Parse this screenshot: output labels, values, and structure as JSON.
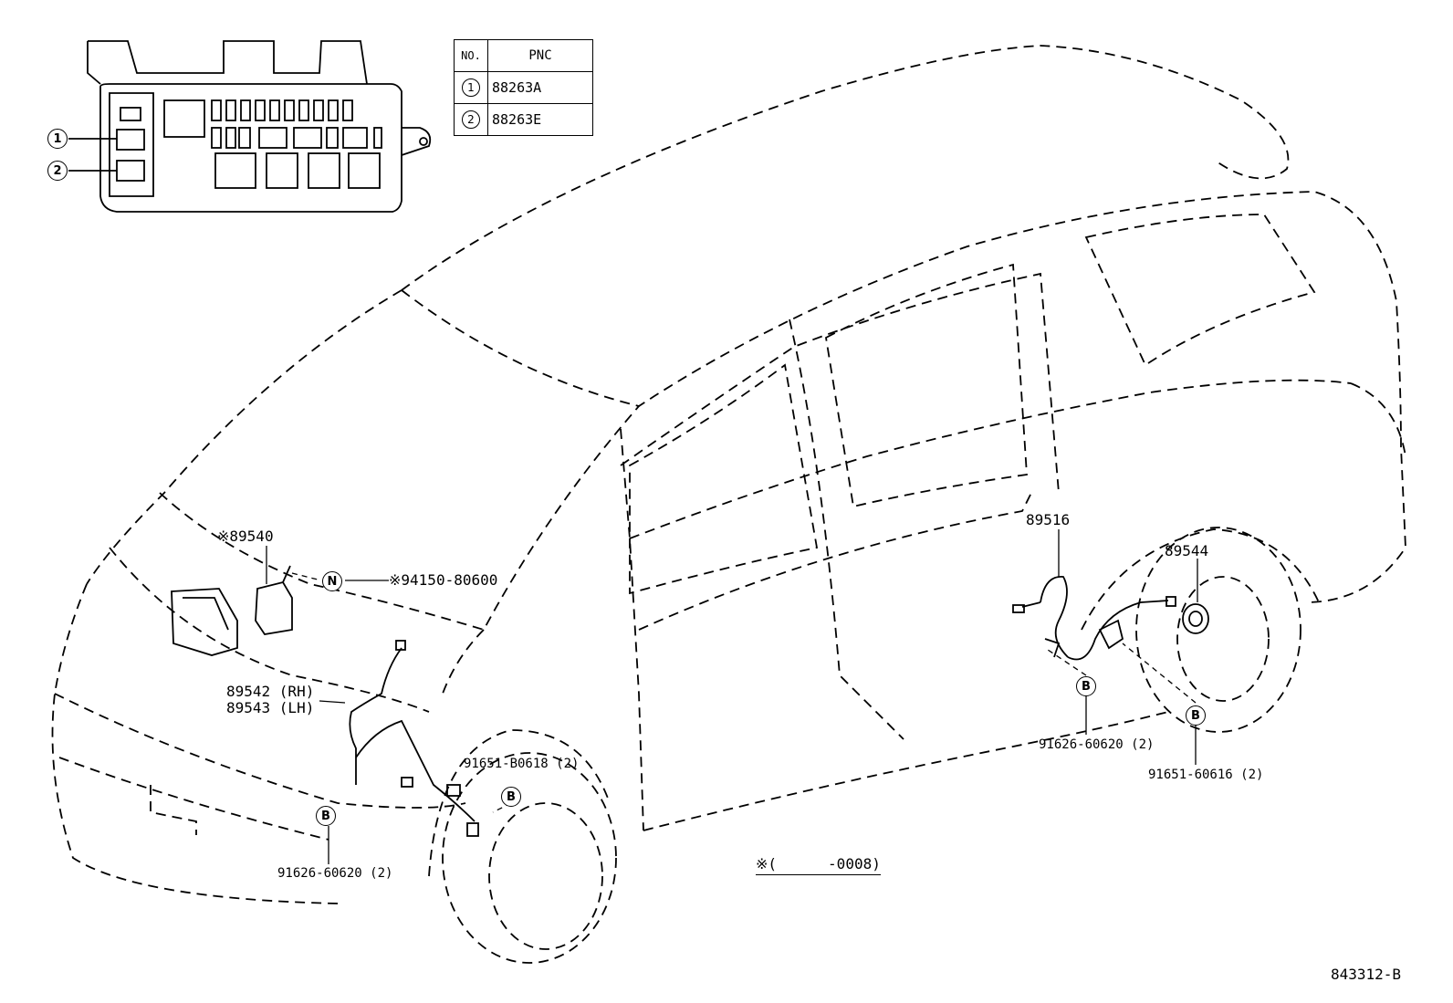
{
  "table": {
    "header_no": "NO.",
    "header_pnc": "PNC",
    "rows": [
      {
        "no": "1",
        "pnc": "88263A"
      },
      {
        "no": "2",
        "pnc": "88263E"
      }
    ]
  },
  "relay_box_callouts": [
    "1",
    "2"
  ],
  "labels": {
    "p89540": "※89540",
    "clip_letter": "N",
    "p94150": "※94150-80600",
    "p89542": "89542 (RH)",
    "p89543": "89543 (LH)",
    "p91651_b": "91651-B0618 (2)",
    "p91626_front": "91626-60620 (2)",
    "p89516": "89516",
    "p89544": "89544",
    "p91626_rear": "91626-60620 (2)",
    "p91651_rear": "91651-60616 (2)",
    "bolt_letter": "B",
    "note_symbol": "※(",
    "note_range": "-0008)",
    "diagram_id": "843312-B"
  }
}
